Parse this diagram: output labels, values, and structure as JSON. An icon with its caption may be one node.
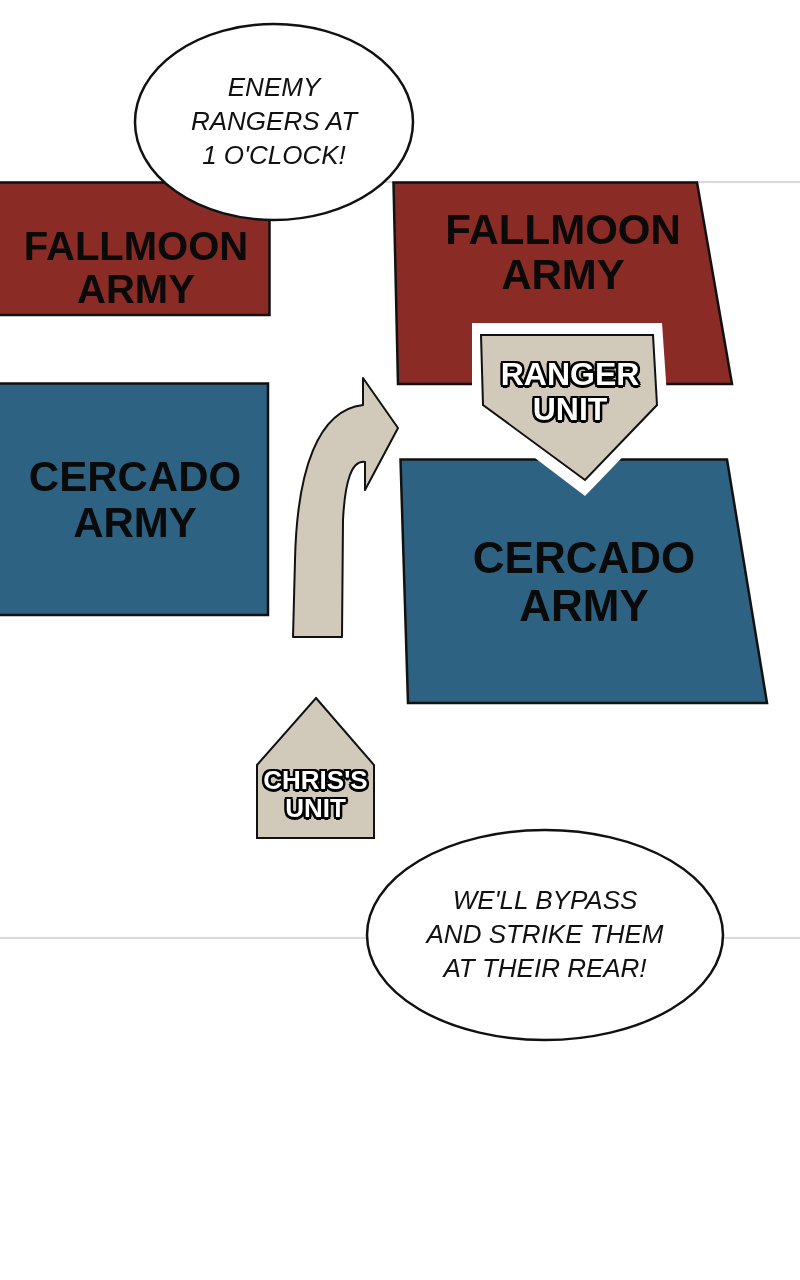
{
  "diagram": {
    "nodes": [
      {
        "text": [
          "ENEMY RANGERS AT 1 O'CLOCK!"
        ]
      },
      {
        "text": [
          "FALLMOON ARMY"
        ]
      },
      {
        "text": [
          "FALLMOON ARMY"
        ]
      },
      {
        "text": [
          "RANGER UNIT"
        ]
      },
      {
        "text": [
          "CERCADO ARMY"
        ]
      },
      {
        "text": [
          "CERCADO ARMY"
        ]
      },
      {
        "text": [
          "CHRIS'S UNIT"
        ]
      },
      {
        "text": [
          "WE'LL BYPASS AND STRIKE THEM AT THEIR REAR!"
        ]
      }
    ]
  }
}
